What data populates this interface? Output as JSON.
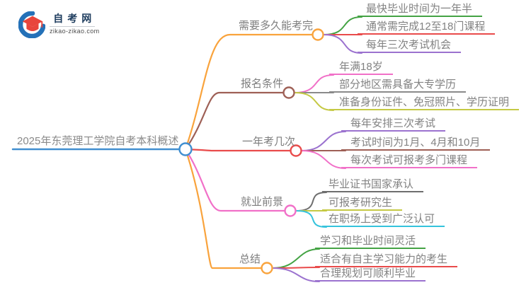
{
  "logo": {
    "title": "自考网",
    "domain": "zikao-zikao.com",
    "colors": {
      "cap": "#E8453C",
      "crescent": "#2471B8",
      "title": "#1B3A5C"
    }
  },
  "central": {
    "label": "2025年东莞理工学院自考本科概述",
    "color": "#418FD0"
  },
  "branches": [
    {
      "label": "需要多久能考完",
      "color": "#F9A33C",
      "children": [
        {
          "label": "最快毕业时间为一年半",
          "color": "#44A344"
        },
        {
          "label": "通常需完成12至18门课程",
          "color": "#E94B4B"
        },
        {
          "label": "每年三次考试机会",
          "color": "#9B72CF"
        }
      ]
    },
    {
      "label": "报名条件",
      "color": "#9E6056",
      "children": [
        {
          "label": "年满18岁",
          "color": "#F170C8"
        },
        {
          "label": "部分地区需具备大专学历",
          "color": "#8A8A8A"
        },
        {
          "label": "准备身份证件、免冠照片、学历证明",
          "color": "#C5C944"
        }
      ]
    },
    {
      "label": "一年考几次",
      "color": "#E94B4B",
      "children": [
        {
          "label": "每年安排三次考试",
          "color": "#9B72CF"
        },
        {
          "label": "考试时间为1月、4月和10月",
          "color": "#9E6056"
        },
        {
          "label": "每次考试可报考多门课程",
          "color": "#F170C8"
        }
      ]
    },
    {
      "label": "就业前景",
      "color": "#F170C8",
      "children": [
        {
          "label": "毕业证书国家承认",
          "color": "#6E6E6E"
        },
        {
          "label": "可报考研究生",
          "color": "#C5C944"
        },
        {
          "label": "在职场上受到广泛认可",
          "color": "#35C3DC"
        }
      ]
    },
    {
      "label": "总结",
      "color": "#F9A33C",
      "children": [
        {
          "label": "学习和毕业时间灵活",
          "color": "#44A344"
        },
        {
          "label": "适合有自主学习能力的考生",
          "color": "#E94B4B"
        },
        {
          "label": "合理规划可顺利毕业",
          "color": "#9B72CF"
        }
      ]
    }
  ]
}
